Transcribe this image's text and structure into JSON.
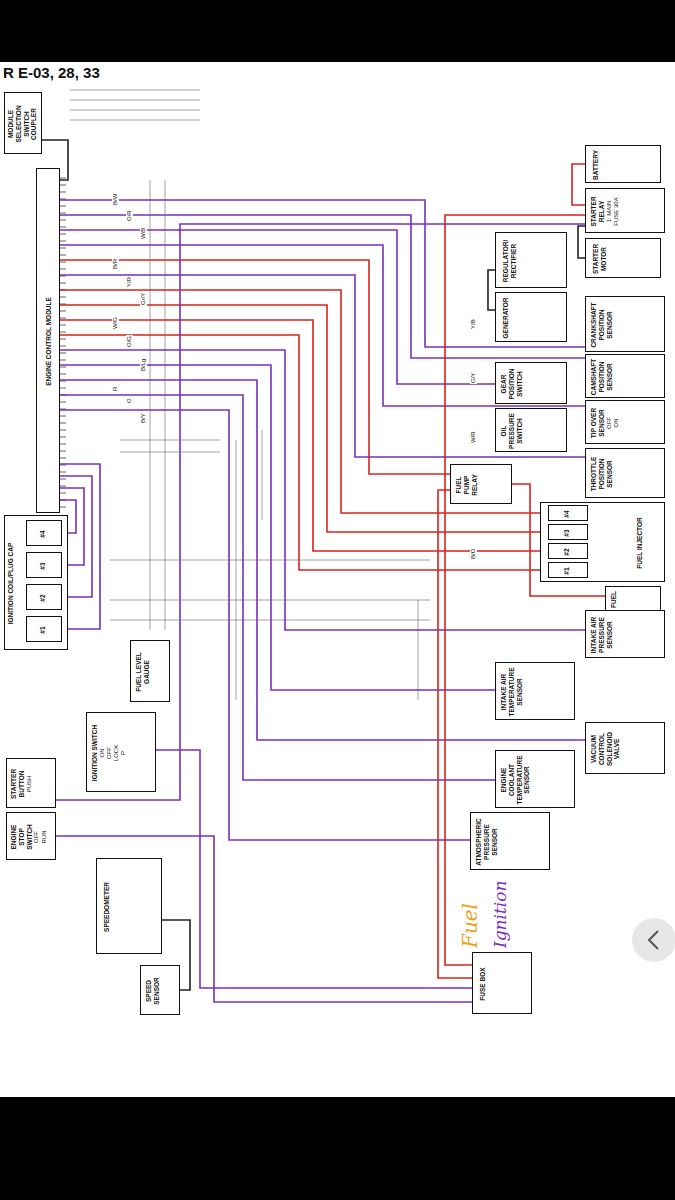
{
  "diagram": {
    "title": "R E-03, 28, 33",
    "nodes": [
      {
        "text": [
          "MODULE SELECTION SWITCH COUPLER"
        ]
      },
      {
        "text": [
          "ENGINE CONTROL MODULE"
        ]
      },
      {
        "text": [
          "IGNITION COIL/PLUG CAP"
        ]
      },
      {
        "text": [
          "#4"
        ],
        "in": 2
      },
      {
        "text": [
          "#3"
        ],
        "in": 2
      },
      {
        "text": [
          "#2"
        ],
        "in": 2
      },
      {
        "text": [
          "#1"
        ],
        "in": 2
      },
      {
        "text": [
          "FUEL LEVEL GAUGE"
        ]
      },
      {
        "text": [
          "IGNITION SWITCH",
          "ON",
          "OFF",
          "LOCK",
          "P"
        ]
      },
      {
        "text": [
          "STARTER BUTTON",
          "PUSH"
        ]
      },
      {
        "text": [
          "ENGINE STOP SWITCH",
          "OFF",
          "RUN"
        ]
      },
      {
        "text": [
          "SPEEDOMETER"
        ]
      },
      {
        "text": [
          "SPEED SENSOR"
        ]
      },
      {
        "text": [
          "FUSE BOX"
        ]
      },
      {
        "text": [
          "BATTERY"
        ]
      },
      {
        "text": [
          "STARTER RELAY",
          "1: MAIN FUSE 30A"
        ]
      },
      {
        "text": [
          "STARTER MOTOR"
        ]
      },
      {
        "text": [
          "REGULATOR/ RECTIFIER"
        ]
      },
      {
        "text": [
          "GENERATOR"
        ]
      },
      {
        "text": [
          "CRANKSHAFT POSITION SENSOR"
        ]
      },
      {
        "text": [
          "CAMSHAFT POSITION SENSOR"
        ]
      },
      {
        "text": [
          "GEAR POSITION SWITCH"
        ]
      },
      {
        "text": [
          "TIP OVER SENSOR",
          "OFF",
          "ON"
        ]
      },
      {
        "text": [
          "OIL PRESSURE SWITCH"
        ]
      },
      {
        "text": [
          "FUEL PUMP RELAY"
        ]
      },
      {
        "text": [
          "THROTTLE POSITION SENSOR"
        ]
      },
      {
        "text": [
          "FUEL INJECTOR"
        ]
      },
      {
        "text": [
          "#4"
        ],
        "in": 26
      },
      {
        "text": [
          "#3"
        ],
        "in": 26
      },
      {
        "text": [
          "#2"
        ],
        "in": 26
      },
      {
        "text": [
          "#1"
        ],
        "in": 26
      },
      {
        "text": [
          "FUEL"
        ]
      },
      {
        "text": [
          "INTAKE AIR PRESSURE SENSOR"
        ]
      },
      {
        "text": [
          "INTAKE AIR TEMPERATURE SENSOR"
        ]
      },
      {
        "text": [
          "VACUUM CONTROL SOLENOID VALVE"
        ]
      },
      {
        "text": [
          "ENGINE COOLANT TEMPERATURE SENSOR"
        ]
      },
      {
        "text": [
          "ATMOSPHERIC PRESSURE SENSOR"
        ]
      }
    ],
    "edges": [
      {
        "from": 0,
        "to": 1,
        "arrow": "none"
      },
      {
        "from": 3,
        "to": 1,
        "arrow": "none"
      },
      {
        "from": 4,
        "to": 1,
        "arrow": "none"
      },
      {
        "from": 5,
        "to": 1,
        "arrow": "none"
      },
      {
        "from": 6,
        "to": 1,
        "arrow": "none"
      },
      {
        "from": 19,
        "to": 1,
        "arrow": "none"
      },
      {
        "from": 20,
        "to": 1,
        "arrow": "none"
      },
      {
        "from": 21,
        "to": 1,
        "arrow": "none"
      },
      {
        "from": 22,
        "to": 1,
        "arrow": "none"
      },
      {
        "from": 24,
        "to": 1,
        "arrow": "none"
      },
      {
        "from": 25,
        "to": 1,
        "arrow": "none"
      },
      {
        "from": 27,
        "to": 1,
        "arrow": "none"
      },
      {
        "from": 28,
        "to": 1,
        "arrow": "none"
      },
      {
        "from": 29,
        "to": 1,
        "arrow": "none"
      },
      {
        "from": 30,
        "to": 1,
        "arrow": "none"
      },
      {
        "from": 32,
        "to": 1,
        "arrow": "none"
      },
      {
        "from": 33,
        "to": 1,
        "arrow": "none"
      },
      {
        "from": 34,
        "to": 1,
        "arrow": "none"
      },
      {
        "from": 35,
        "to": 1,
        "arrow": "none"
      },
      {
        "from": 36,
        "to": 1,
        "arrow": "none"
      },
      {
        "from": 14,
        "to": 15,
        "arrow": "none"
      },
      {
        "from": 15,
        "to": 16,
        "arrow": "none"
      },
      {
        "from": 17,
        "to": 18,
        "arrow": "none"
      },
      {
        "from": 15,
        "to": 13,
        "arrow": "none"
      },
      {
        "from": 13,
        "to": 24,
        "arrow": "none"
      },
      {
        "from": 24,
        "to": 31,
        "arrow": "none"
      },
      {
        "from": 8,
        "to": 13,
        "arrow": "none"
      },
      {
        "from": 10,
        "to": 13,
        "arrow": "none"
      },
      {
        "from": 9,
        "to": 15,
        "arrow": "none"
      },
      {
        "from": 12,
        "to": 11,
        "arrow": "none"
      }
    ],
    "labels": [
      "B/W",
      "O/R",
      "W/B",
      "B/R",
      "Y/R",
      "Gr/Y",
      "W/G",
      "O/G",
      "B/Lg",
      "R",
      "O",
      "B/Y",
      "Y/B",
      "G/Y",
      "W/R",
      "B/O",
      "Fuel",
      "Ignition"
    ]
  }
}
